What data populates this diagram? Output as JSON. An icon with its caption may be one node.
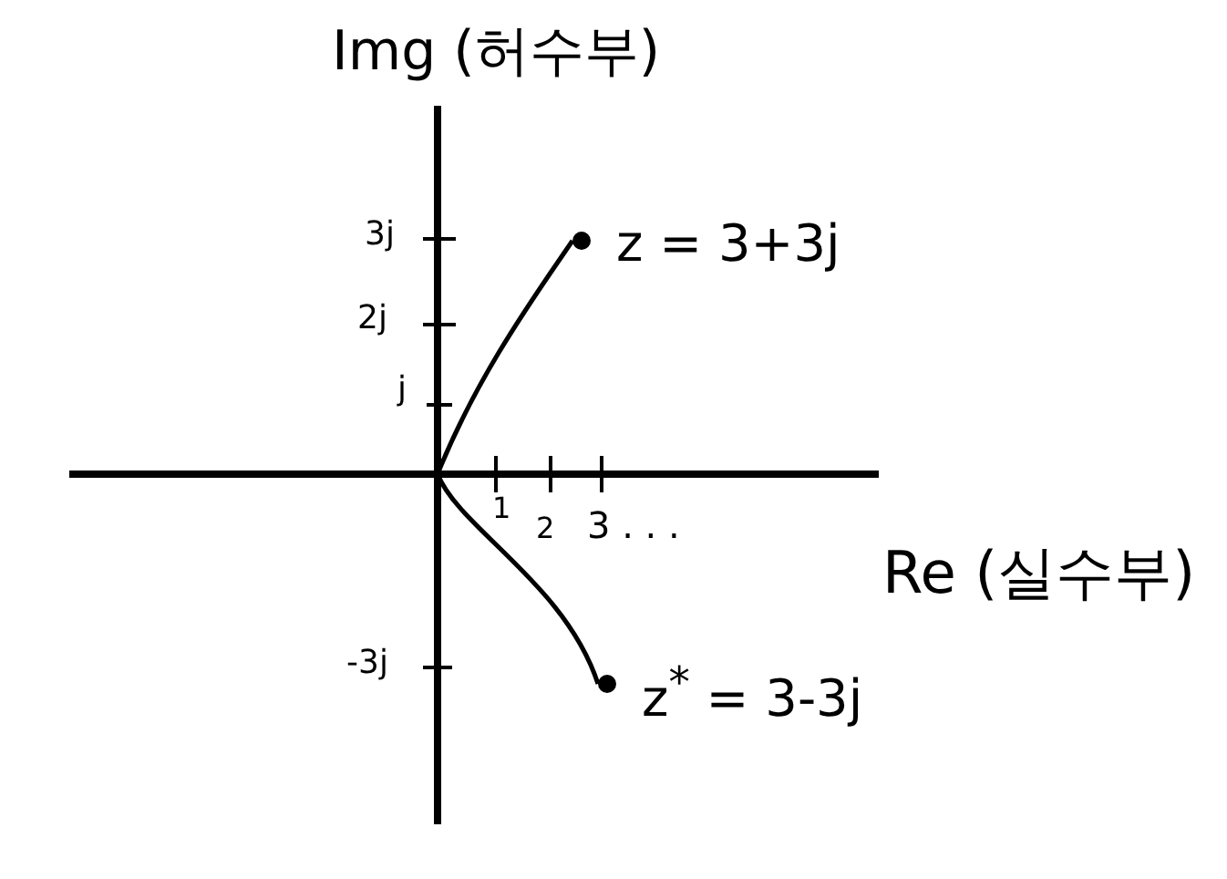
{
  "diagram": {
    "nodes": [
      {
        "text": [
          "z = 3+3j"
        ]
      },
      {
        "text": [
          "z$^{*}$ = 3-3j"
        ]
      }
    ],
    "edges": [
      {
        "from": null,
        "to": 0,
        "arrow": "none"
      },
      {
        "from": null,
        "to": 1,
        "arrow": "none"
      }
    ],
    "labels": [
      "Img (허수부)",
      "3j",
      "2j",
      "j",
      "1",
      "2",
      "3 . . .",
      "Re (실수부)",
      "-3j"
    ]
  }
}
